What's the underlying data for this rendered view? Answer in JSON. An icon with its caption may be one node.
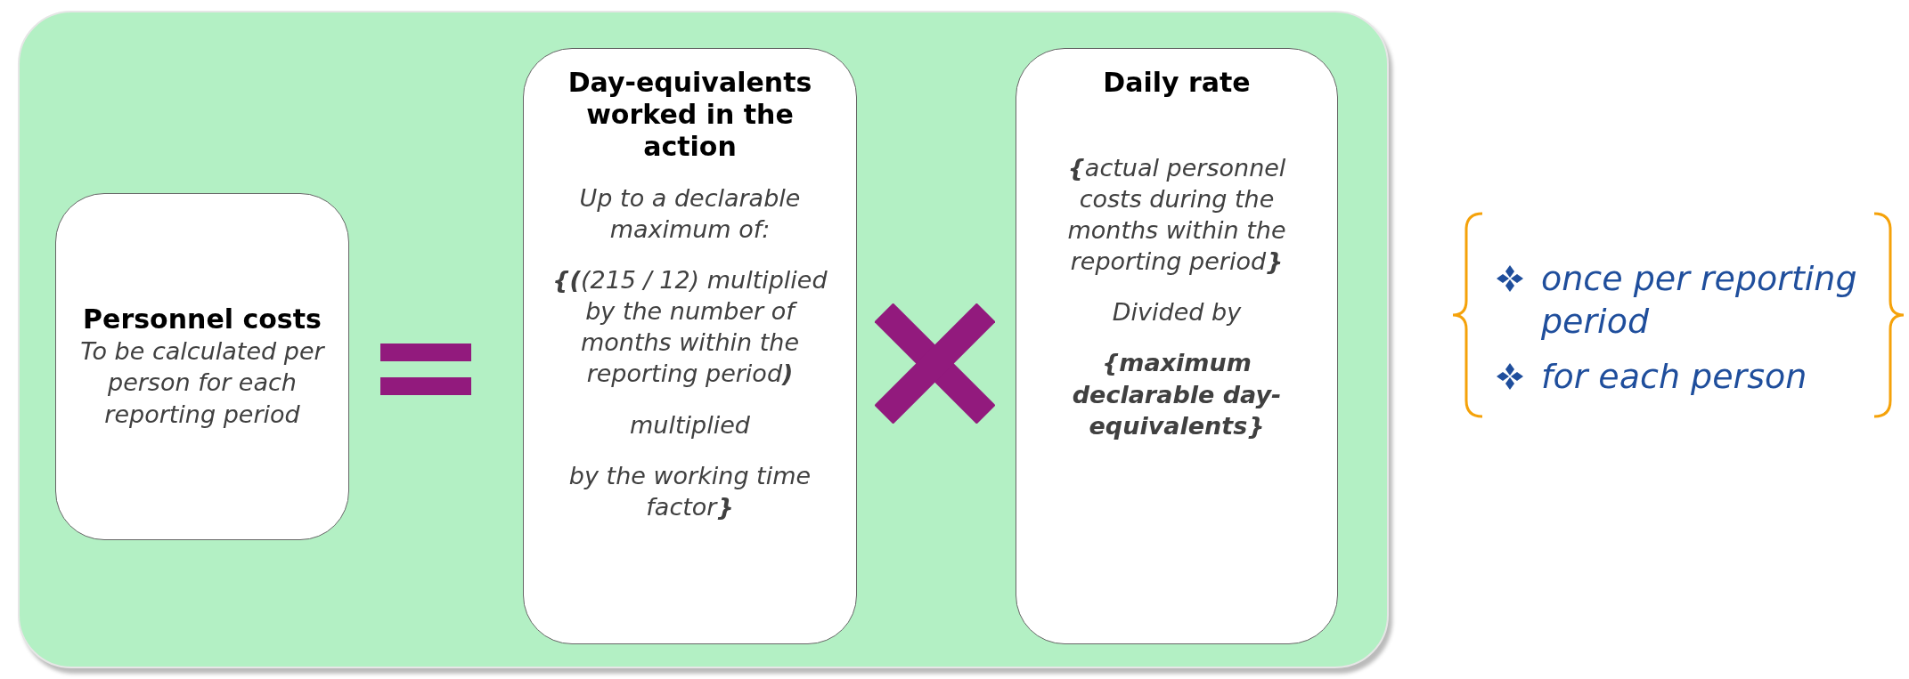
{
  "diagram": {
    "nodes": [
      {
        "text": [],
        "shape": "box"
      },
      {
        "text": [
          "Personnel costs",
          "To be calculated per person for each reporting period"
        ],
        "in": 0
      },
      {
        "text": [
          "Day-equivalents worked in the action",
          "Up to a declarable maximum of:",
          "**{(**(215 / 12) multiplied by the number of months within the reporting period**)**",
          "multiplied",
          "by the working time factor**}**"
        ],
        "in": 0
      },
      {
        "text": [
          "Daily rate",
          "**{**actual personnel costs during the months within the reporting period**}**",
          "Divided by",
          "{maximum declarable day-equivalents}"
        ],
        "in": 0
      }
    ],
    "labels": [
      "once per reporting period",
      "for each person"
    ]
  }
}
